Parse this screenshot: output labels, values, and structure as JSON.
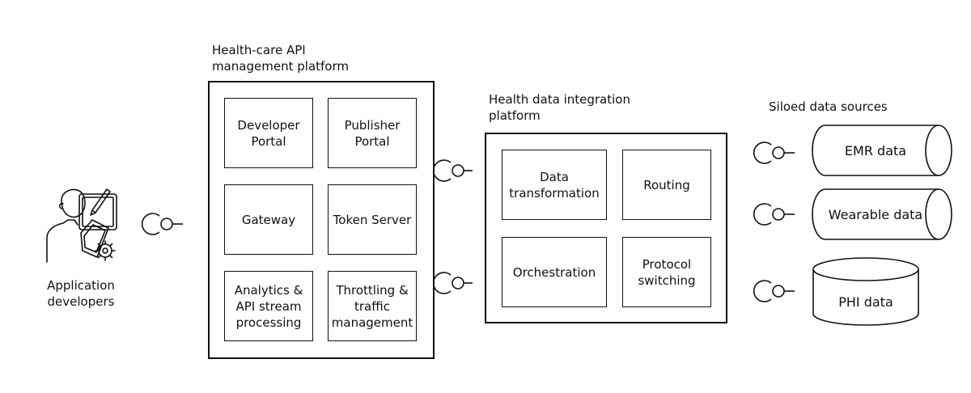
{
  "developer": {
    "label": "Application\ndevelopers",
    "icon": "developer-with-tablet-and-gear-icon"
  },
  "api_platform": {
    "title": "Health-care API\nmanagement platform",
    "components": [
      {
        "label": "Developer\nPortal"
      },
      {
        "label": "Publisher\nPortal"
      },
      {
        "label": "Gateway"
      },
      {
        "label": "Token Server"
      },
      {
        "label": "Analytics &\nAPI stream\nprocessing"
      },
      {
        "label": "Throttling &\ntraffic\nmanagement"
      }
    ]
  },
  "integration_platform": {
    "title": "Health data integration\nplatform",
    "components": [
      {
        "label": "Data\ntransformation"
      },
      {
        "label": "Routing"
      },
      {
        "label": "Orchestration"
      },
      {
        "label": "Protocol\nswitching"
      }
    ]
  },
  "data_sources": {
    "title": "Siloed data sources",
    "items": [
      {
        "label": "EMR data"
      },
      {
        "label": "Wearable data"
      },
      {
        "label": "PHI data"
      }
    ]
  },
  "colors": {
    "stroke": "#111111",
    "background": "#ffffff"
  }
}
